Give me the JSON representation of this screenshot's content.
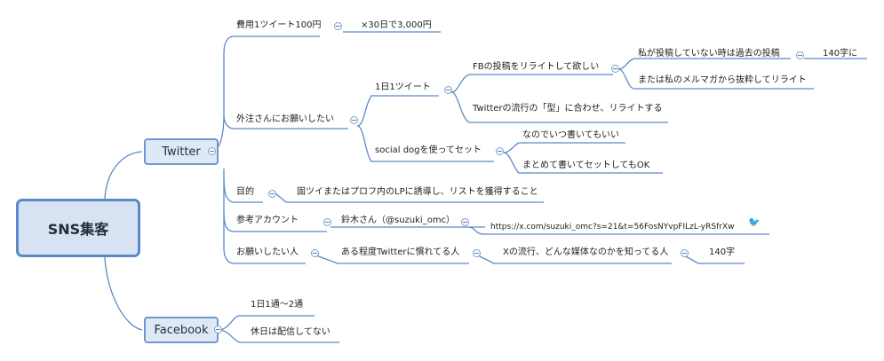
{
  "root": {
    "label": "SNS集客"
  },
  "twitter": {
    "label": "Twitter",
    "cost": {
      "label": "費用1ツイート100円",
      "detail": "×30日で3,000円"
    },
    "outsource": {
      "label": "外注さんにお願いしたい",
      "daily": {
        "label": "1日1ツイート",
        "fb": {
          "label": "FBの投稿をリライトして欲しい",
          "no_post": "私が投稿していない時は過去の投稿",
          "chars": "140字に",
          "magazine": "または私のメルマガから抜粋してリライト"
        },
        "trend": "Twitterの流行の「型」に合わせ、リライトする"
      },
      "socialdog": {
        "label": "social dogを使ってセット",
        "anytime": "なのでいつ書いてもいい",
        "batch": "まとめて書いてセットしてもOK"
      }
    },
    "purpose": {
      "label": "目的",
      "detail": "固ツイまたはプロフ内のLPに誘導し、リストを獲得すること"
    },
    "reference": {
      "label": "参考アカウント",
      "account": "鈴木さん（@suzuki_omc）",
      "url": "https://x.com/suzuki_omc?s=21&t=56FosNYvpFILzL-yRSfrXw",
      "url_icon": "twitter-bird-icon"
    },
    "person": {
      "label": "お願いしたい人",
      "familiar": "ある程度Twitterに慣れてる人",
      "knows": "Xの流行、どんな媒体なのかを知ってる人",
      "chars": "140字"
    }
  },
  "facebook": {
    "label": "Facebook",
    "frequency": "1日1通〜2通",
    "holiday": "休日は配信してない"
  },
  "colors": {
    "line": "#5b8ac7",
    "node_fill": "#dfe9f6",
    "root_fill": "#d7e3f3"
  }
}
